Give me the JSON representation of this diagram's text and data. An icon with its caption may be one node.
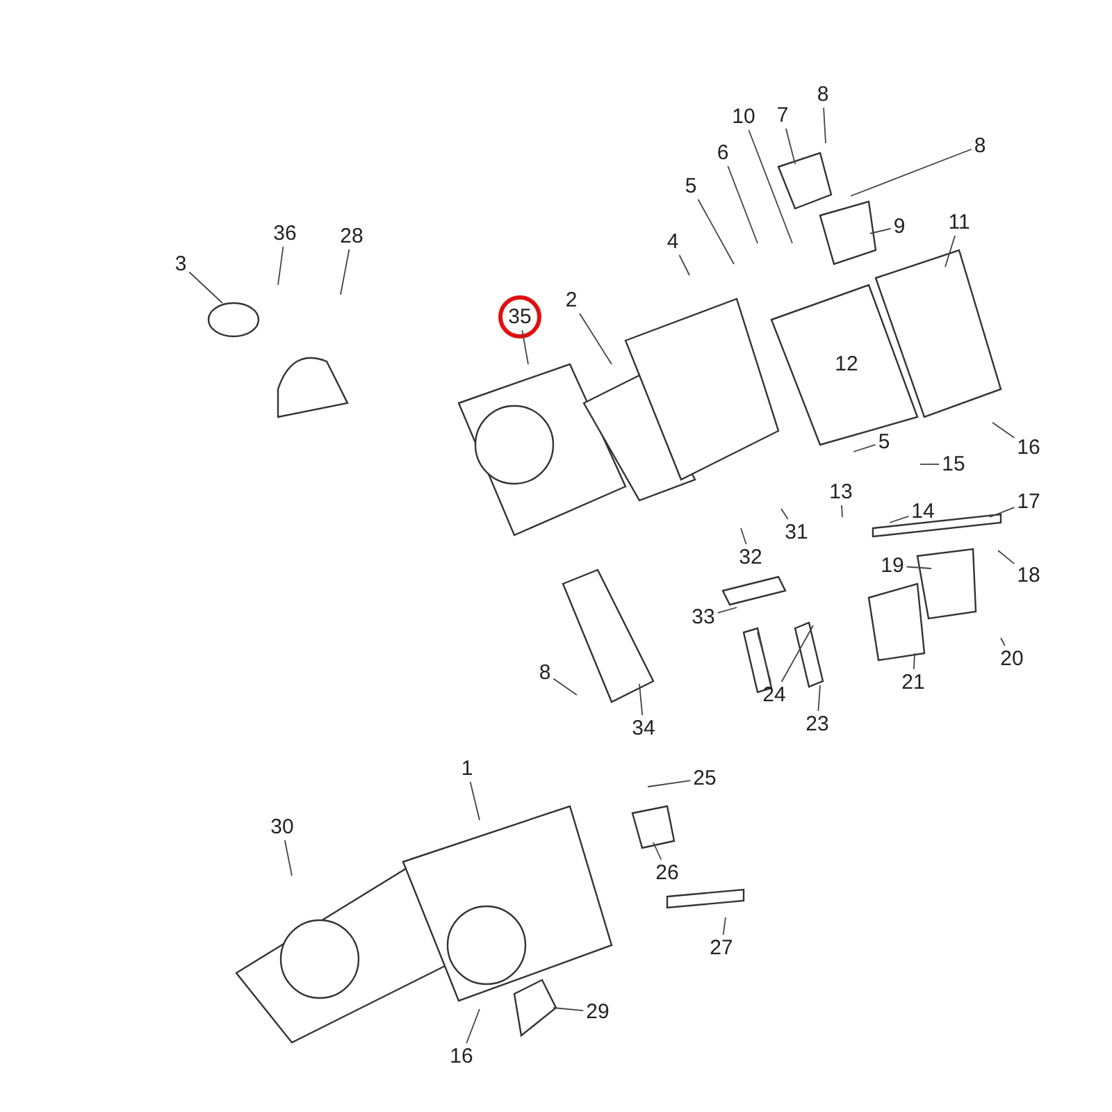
{
  "diagram": {
    "nodes": [
      {
        "text": [
          "36"
        ]
      },
      {
        "text": [
          "3"
        ]
      },
      {
        "text": [
          "28"
        ]
      },
      {
        "text": [
          "35"
        ]
      },
      {
        "text": [
          "2"
        ]
      },
      {
        "text": [
          "10"
        ]
      },
      {
        "text": [
          "7"
        ]
      },
      {
        "text": [
          "8"
        ]
      },
      {
        "text": [
          "8"
        ]
      },
      {
        "text": [
          "6"
        ]
      },
      {
        "text": [
          "5"
        ]
      },
      {
        "text": [
          "4"
        ]
      },
      {
        "text": [
          "9"
        ]
      },
      {
        "text": [
          "11"
        ]
      },
      {
        "text": [
          "16"
        ]
      },
      {
        "text": [
          "5"
        ]
      },
      {
        "text": [
          "15"
        ]
      },
      {
        "text": [
          "13"
        ]
      },
      {
        "text": [
          "14"
        ]
      },
      {
        "text": [
          "17"
        ]
      },
      {
        "text": [
          "31"
        ]
      },
      {
        "text": [
          "32"
        ]
      },
      {
        "text": [
          "19"
        ]
      },
      {
        "text": [
          "18"
        ]
      },
      {
        "text": [
          "33"
        ]
      },
      {
        "text": [
          "20"
        ]
      },
      {
        "text": [
          "21"
        ]
      },
      {
        "text": [
          "24"
        ]
      },
      {
        "text": [
          "8"
        ]
      },
      {
        "text": [
          "34"
        ]
      },
      {
        "text": [
          "23"
        ]
      },
      {
        "text": [
          "25"
        ]
      },
      {
        "text": [
          "1"
        ]
      },
      {
        "text": [
          "30"
        ]
      },
      {
        "text": [
          "26"
        ]
      },
      {
        "text": [
          "27"
        ]
      },
      {
        "text": [
          "29"
        ]
      },
      {
        "text": [
          "16"
        ]
      }
    ],
    "edges": [
      {
        "from": 0,
        "to": null,
        "arrow": "none"
      },
      {
        "from": 1,
        "to": null,
        "arrow": "none"
      },
      {
        "from": 2,
        "to": null,
        "arrow": "none"
      },
      {
        "from": 3,
        "to": null,
        "arrow": "none"
      },
      {
        "from": 4,
        "to": null,
        "arrow": "none"
      },
      {
        "from": 5,
        "to": null,
        "arrow": "none"
      },
      {
        "from": 6,
        "to": null,
        "arrow": "none"
      },
      {
        "from": 7,
        "to": null,
        "arrow": "none"
      },
      {
        "from": 8,
        "to": null,
        "arrow": "none"
      },
      {
        "from": 9,
        "to": null,
        "arrow": "none"
      },
      {
        "from": 10,
        "to": null,
        "arrow": "none"
      },
      {
        "from": 11,
        "to": null,
        "arrow": "none"
      },
      {
        "from": 12,
        "to": null,
        "arrow": "none"
      },
      {
        "from": 13,
        "to": null,
        "arrow": "none"
      },
      {
        "from": 14,
        "to": null,
        "arrow": "none"
      },
      {
        "from": 15,
        "to": null,
        "arrow": "none"
      },
      {
        "from": 16,
        "to": null,
        "arrow": "none"
      },
      {
        "from": 17,
        "to": null,
        "arrow": "none"
      },
      {
        "from": 18,
        "to": null,
        "arrow": "none"
      },
      {
        "from": 19,
        "to": null,
        "arrow": "none"
      },
      {
        "from": 20,
        "to": null,
        "arrow": "none"
      },
      {
        "from": 21,
        "to": null,
        "arrow": "none"
      },
      {
        "from": 22,
        "to": null,
        "arrow": "none"
      },
      {
        "from": 23,
        "to": null,
        "arrow": "none"
      },
      {
        "from": 24,
        "to": null,
        "arrow": "none"
      },
      {
        "from": 25,
        "to": null,
        "arrow": "none"
      },
      {
        "from": 26,
        "to": null,
        "arrow": "none"
      },
      {
        "from": 27,
        "to": null,
        "arrow": "none"
      },
      {
        "from": 27,
        "to": null,
        "arrow": "none"
      },
      {
        "from": 28,
        "to": null,
        "arrow": "none"
      },
      {
        "from": 29,
        "to": null,
        "arrow": "none"
      },
      {
        "from": 30,
        "to": null,
        "arrow": "none"
      },
      {
        "from": 31,
        "to": null,
        "arrow": "none"
      },
      {
        "from": 32,
        "to": null,
        "arrow": "none"
      },
      {
        "from": 33,
        "to": null,
        "arrow": "none"
      },
      {
        "from": 34,
        "to": null,
        "arrow": "none"
      },
      {
        "from": 35,
        "to": null,
        "arrow": "none"
      },
      {
        "from": 36,
        "to": null,
        "arrow": "none"
      },
      {
        "from": 37,
        "to": null,
        "arrow": "none"
      }
    ],
    "labels": [
      "12"
    ]
  }
}
